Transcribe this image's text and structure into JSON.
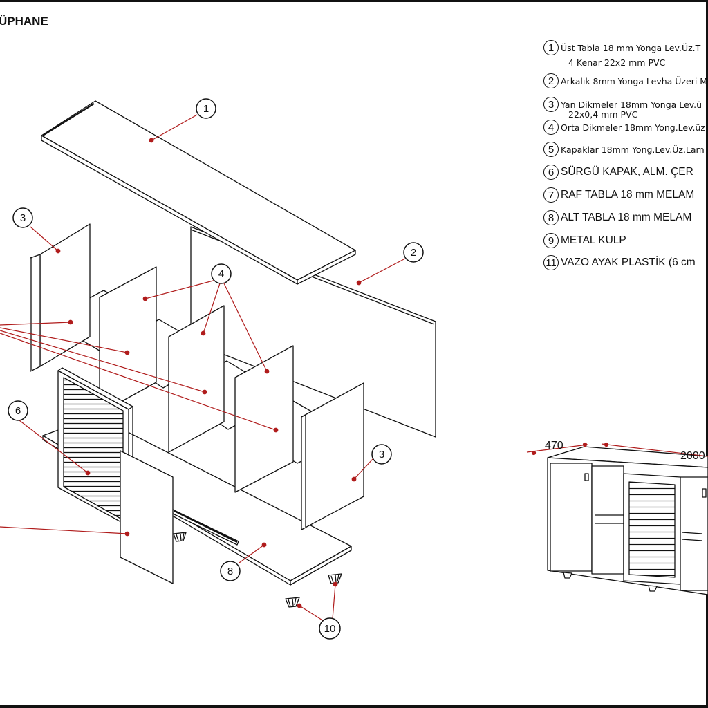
{
  "title": "ÜPHANE",
  "legend": [
    {
      "num": "1",
      "text": "Üst Tabla 18 mm Yonga Lev.Üz.T",
      "sub": "4 Kenar 22x2 mm PVC",
      "big": false
    },
    {
      "num": "2",
      "text": "Arkalık 8mm Yonga Levha Üzeri M",
      "big": false
    },
    {
      "num": "3",
      "text": "Yan Dikmeler 18mm Yonga Lev.ü",
      "sub": "22x0,4 mm PVC",
      "big": false
    },
    {
      "num": "4",
      "text": "Orta Dikmeler 18mm Yong.Lev.üz",
      "big": false
    },
    {
      "num": "5",
      "text": "Kapaklar 18mm Yong.Lev.Üz.Lam",
      "big": false
    },
    {
      "num": "6",
      "text": "SÜRGÜ KAPAK, ALM. ÇER",
      "big": true
    },
    {
      "num": "7",
      "text": "RAF TABLA 18 mm  MELAM",
      "big": true
    },
    {
      "num": "8",
      "text": "ALT TABLA  18 mm  MELAM",
      "big": true
    },
    {
      "num": "9",
      "text": "METAL KULP",
      "big": true
    },
    {
      "num": "11",
      "text": "VAZO AYAK PLASTİK (6 cm",
      "big": true
    }
  ],
  "callouts": {
    "c1": "1",
    "c2": "2",
    "c3a": "3",
    "c3b": "3",
    "c4": "4",
    "c6": "6",
    "c8": "8",
    "c10": "10"
  },
  "dimensions": {
    "depth": "470",
    "width": "2000"
  },
  "colors": {
    "line": "#111111",
    "leader": "#b01c1c",
    "accent": "#b01c1c"
  }
}
